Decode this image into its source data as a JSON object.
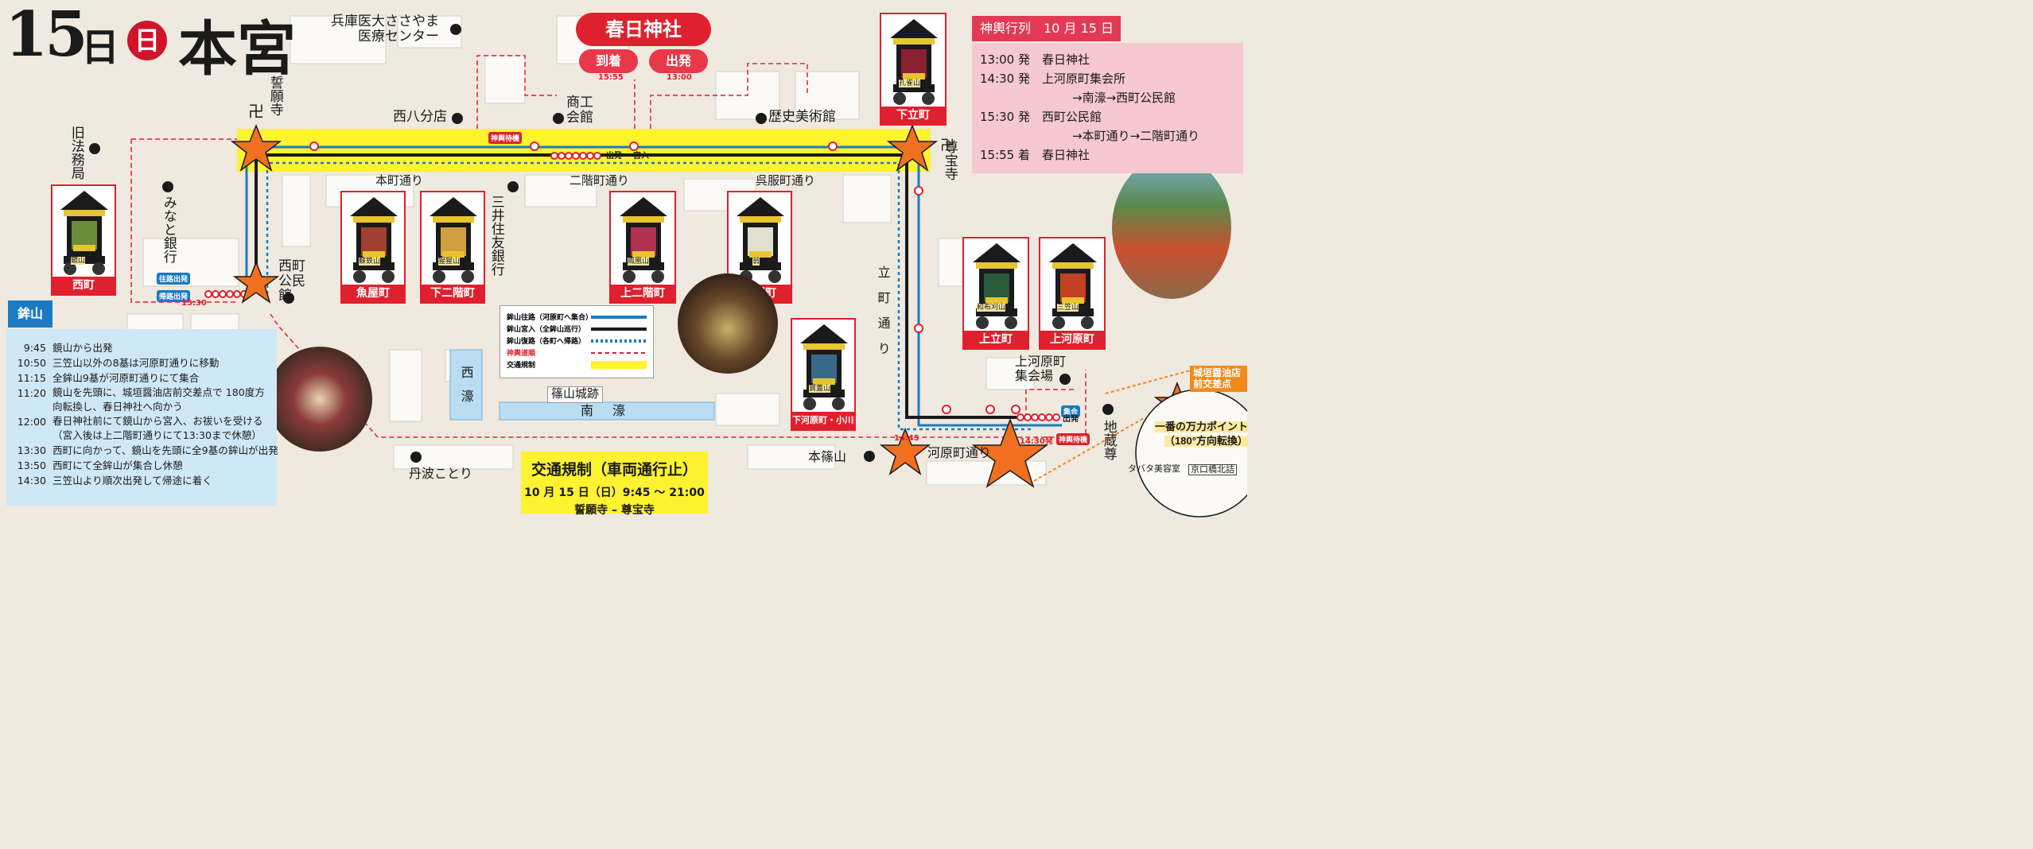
{
  "heading": {
    "day": "15",
    "ri": "日",
    "weekday": "日",
    "place": "本宮"
  },
  "shrine": {
    "name": "春日神社",
    "arrive": "到着",
    "arrive_time": "15:55",
    "depart": "出発",
    "depart_time": "13:00"
  },
  "labels": {
    "hospital_1": "兵庫医大ささやま",
    "hospital_2": "医療センター",
    "seiganji": "誓願寺",
    "kyuhomukyoku": "旧法務局",
    "nishihachi": "西八分店",
    "shokokaikan": "商工会館",
    "rekishi": "歴史美術館",
    "minato": "みなと銀行",
    "hommachi_dori": "本町通り",
    "nikaimachi_dori": "二階町通り",
    "gofukumachi_dori": "呉服町通り",
    "mitsui": "三井住友銀行",
    "nishimachi_kominkan": "西町公民館",
    "sonpoji": "尊宝寺",
    "tachimachi_dori": "立町通り",
    "kamikawara_kaijo": "上河原町集会場",
    "jizoson": "地蔵尊",
    "kawaramachi_dori": "河原町通り",
    "honsasayama": "本篠山",
    "tanba_kotori": "丹波ことり",
    "sasayama_castle": "篠山城跡",
    "nishibori": "西濠",
    "minamibori": "南濠",
    "tabata": "タバタ美容室",
    "kyoguchibashi": "京口橋北詰",
    "manji": "卍",
    "oukei_shuppatsu": "往路出発",
    "kiro_shuppatsu": "帰路出発",
    "shuppatsu": "出発",
    "miyairi": "宮入",
    "shinyo_taiki": "神輿待機",
    "shugo": "集合",
    "time_1530": "15:30",
    "time_1445": "14:45",
    "time_1430": "14:30発",
    "kojoya": "城垣醤油店前交差点",
    "manriki_1": "一番の万力ポイント",
    "manriki_2": "（180°方向転換）"
  },
  "floats": [
    {
      "name": "西町"
    },
    {
      "name": "魚屋町"
    },
    {
      "name": "下二階町"
    },
    {
      "name": "上二階町"
    },
    {
      "name": "呉服町"
    },
    {
      "name": "下立町"
    },
    {
      "name": "下河原町・小川町"
    },
    {
      "name": "上立町"
    },
    {
      "name": "上河原町"
    }
  ],
  "float_signs": {
    "nishimachi": "鏡山",
    "uoyamachi": "蘇鉄山",
    "shimonikai": "猩猩山",
    "kaminikai": "鳳凰山",
    "gofuku": "翁",
    "shimotachi": "孔雀山",
    "shimokawara": "寳蓋山",
    "kamitachi": "和布刈山",
    "kamikawara": "三笠山"
  },
  "procession": {
    "title": "神輿行列　10 月 15 日",
    "rows": [
      {
        "text": "13:00 発　春日神社",
        "sub": false
      },
      {
        "text": "14:30 発　上河原町集会所",
        "sub": false
      },
      {
        "text": "→南濠→西町公民館",
        "sub": true
      },
      {
        "text": "15:30 発　西町公民館",
        "sub": false
      },
      {
        "text": "→本町通り→二階町通り",
        "sub": true
      },
      {
        "text": "15:55 着　春日神社",
        "sub": false
      }
    ]
  },
  "hokoyama": {
    "title": "鉾山",
    "rows": [
      {
        "time": "9:45",
        "desc": "鏡山から出発"
      },
      {
        "time": "10:50",
        "desc": "三笠山以外の8基は河原町通りに移動"
      },
      {
        "time": "11:15",
        "desc": "全鉾山9基が河原町通りにて集合"
      },
      {
        "time": "11:20",
        "desc": "鏡山を先頭に、城垣醤油店前交差点で 180度方向転換し、春日神社へ向かう"
      },
      {
        "time": "12:00",
        "desc": "春日神社前にて鏡山から宮入、お祓いを受ける（宮入後は上二階町通りにて13:30まで休憩）"
      },
      {
        "time": "13:30",
        "desc": "西町に向かって、鏡山を先頭に全9基の鉾山が出発"
      },
      {
        "time": "13:50",
        "desc": "西町にて全鉾山が集合し休憩"
      },
      {
        "time": "14:30",
        "desc": "三笠山より順次出発して帰途に着く"
      }
    ]
  },
  "legend": {
    "items": [
      {
        "label": "鉾山往路（河原町へ集合）",
        "color": "#1a7bc4",
        "style": "solid"
      },
      {
        "label": "鉾山宮入（全鉾山巡行）",
        "color": "#1a1a1a",
        "style": "solid"
      },
      {
        "label": "鉾山復路（各町へ帰路）",
        "color": "#1a7bc4",
        "style": "dotted"
      },
      {
        "label": "神輿道順",
        "color": "#e0202e",
        "style": "dashed"
      },
      {
        "label": "交通規制",
        "color": "#fff230",
        "style": "band"
      }
    ]
  },
  "traffic": {
    "title": "交通規制（車両通行止）",
    "when": "10 月 15 日（日）9:45 ～ 21:00",
    "where": "誓願寺 – 尊宝寺"
  }
}
